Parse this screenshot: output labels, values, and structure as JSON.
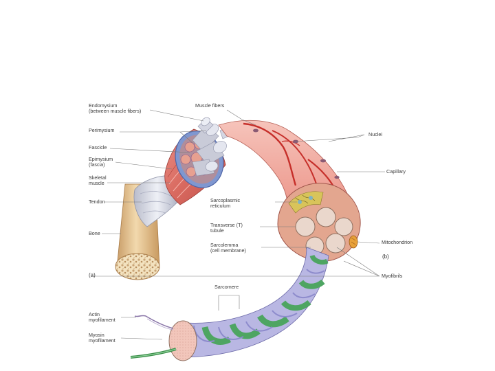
{
  "labels": {
    "endomysium": [
      "Endomysium",
      "(between muscle fibers)"
    ],
    "muscle_fibers": [
      "Muscle fibers"
    ],
    "perimysium": [
      "Perimysium"
    ],
    "fascicle": [
      "Fascicle"
    ],
    "epimysium": [
      "Epimysium",
      "(fascia)"
    ],
    "skeletal_muscle": [
      "Skeletal",
      "muscle"
    ],
    "tendon": [
      "Tendon"
    ],
    "bone": [
      "Bone"
    ],
    "panel_a": "(a)",
    "nuclei": [
      "Nuclei"
    ],
    "capillary": [
      "Capillary"
    ],
    "sarcoplasmic_reticulum": [
      "Sarcoplasmic",
      "reticulum"
    ],
    "t_tubule": [
      "Transverse (T)",
      "tubule"
    ],
    "sarcolemma": [
      "Sarcolemma",
      "(cell membrane)"
    ],
    "mitochondrion": [
      "Mitochondrion"
    ],
    "panel_b": "(b)",
    "myofibrils": [
      "Myofibrils"
    ],
    "sarcomere": [
      "Sarcomere"
    ],
    "actin": [
      "Actin",
      "myofilament"
    ],
    "myosin": [
      "Myosin",
      "myofilament"
    ]
  },
  "colors": {
    "muscle": "#d9726a",
    "muscle_dark": "#b8453e",
    "muscle_light": "#f0b2a8",
    "bone": "#e8c99a",
    "tendon": "#d9dbe6",
    "fascicle_blue": "#8ea3d6",
    "myofibril_purple": "#b9b7e3",
    "myofibril_green": "#4ea562",
    "capillary": "#c9302c",
    "leader": "#7a7a7a"
  }
}
